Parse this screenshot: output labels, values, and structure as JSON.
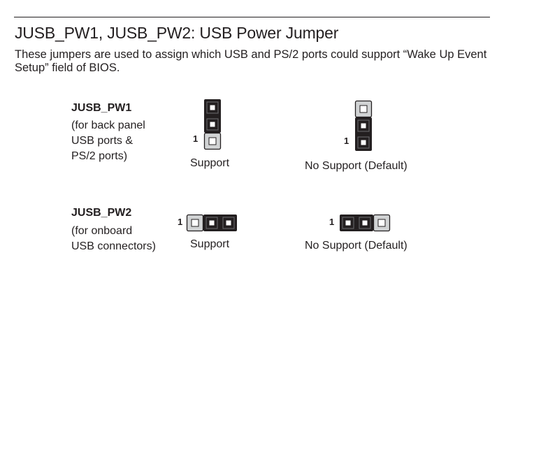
{
  "page": {
    "title": "JUSB_PW1, JUSB_PW2: USB Power Jumper",
    "intro": "These jumpers are used to assign which USB and PS/2 ports could support “Wake Up Event Setup” field of BIOS."
  },
  "jumpers": [
    {
      "name": "JUSB_PW1",
      "description": [
        "(for back panel",
        "USB ports &",
        "PS/2 ports)"
      ],
      "orientation": "vertical",
      "pin1_label": "1",
      "settings": [
        {
          "caption": "Support",
          "shorted_pins": [
            2,
            3
          ]
        },
        {
          "caption": "No Support (Default)",
          "shorted_pins": [
            1,
            2
          ]
        }
      ]
    },
    {
      "name": "JUSB_PW2",
      "description": [
        "(for onboard",
        "USB connectors)"
      ],
      "orientation": "horizontal",
      "pin1_label": "1",
      "settings": [
        {
          "caption": "Support",
          "shorted_pins": [
            2,
            3
          ]
        },
        {
          "caption": "No Support (Default)",
          "shorted_pins": [
            1,
            2
          ]
        }
      ]
    }
  ],
  "colors": {
    "text": "#231f20",
    "cap": "#231f20",
    "open_pin_fill": "#d1d3d4",
    "pin_square": "#ffffff"
  }
}
